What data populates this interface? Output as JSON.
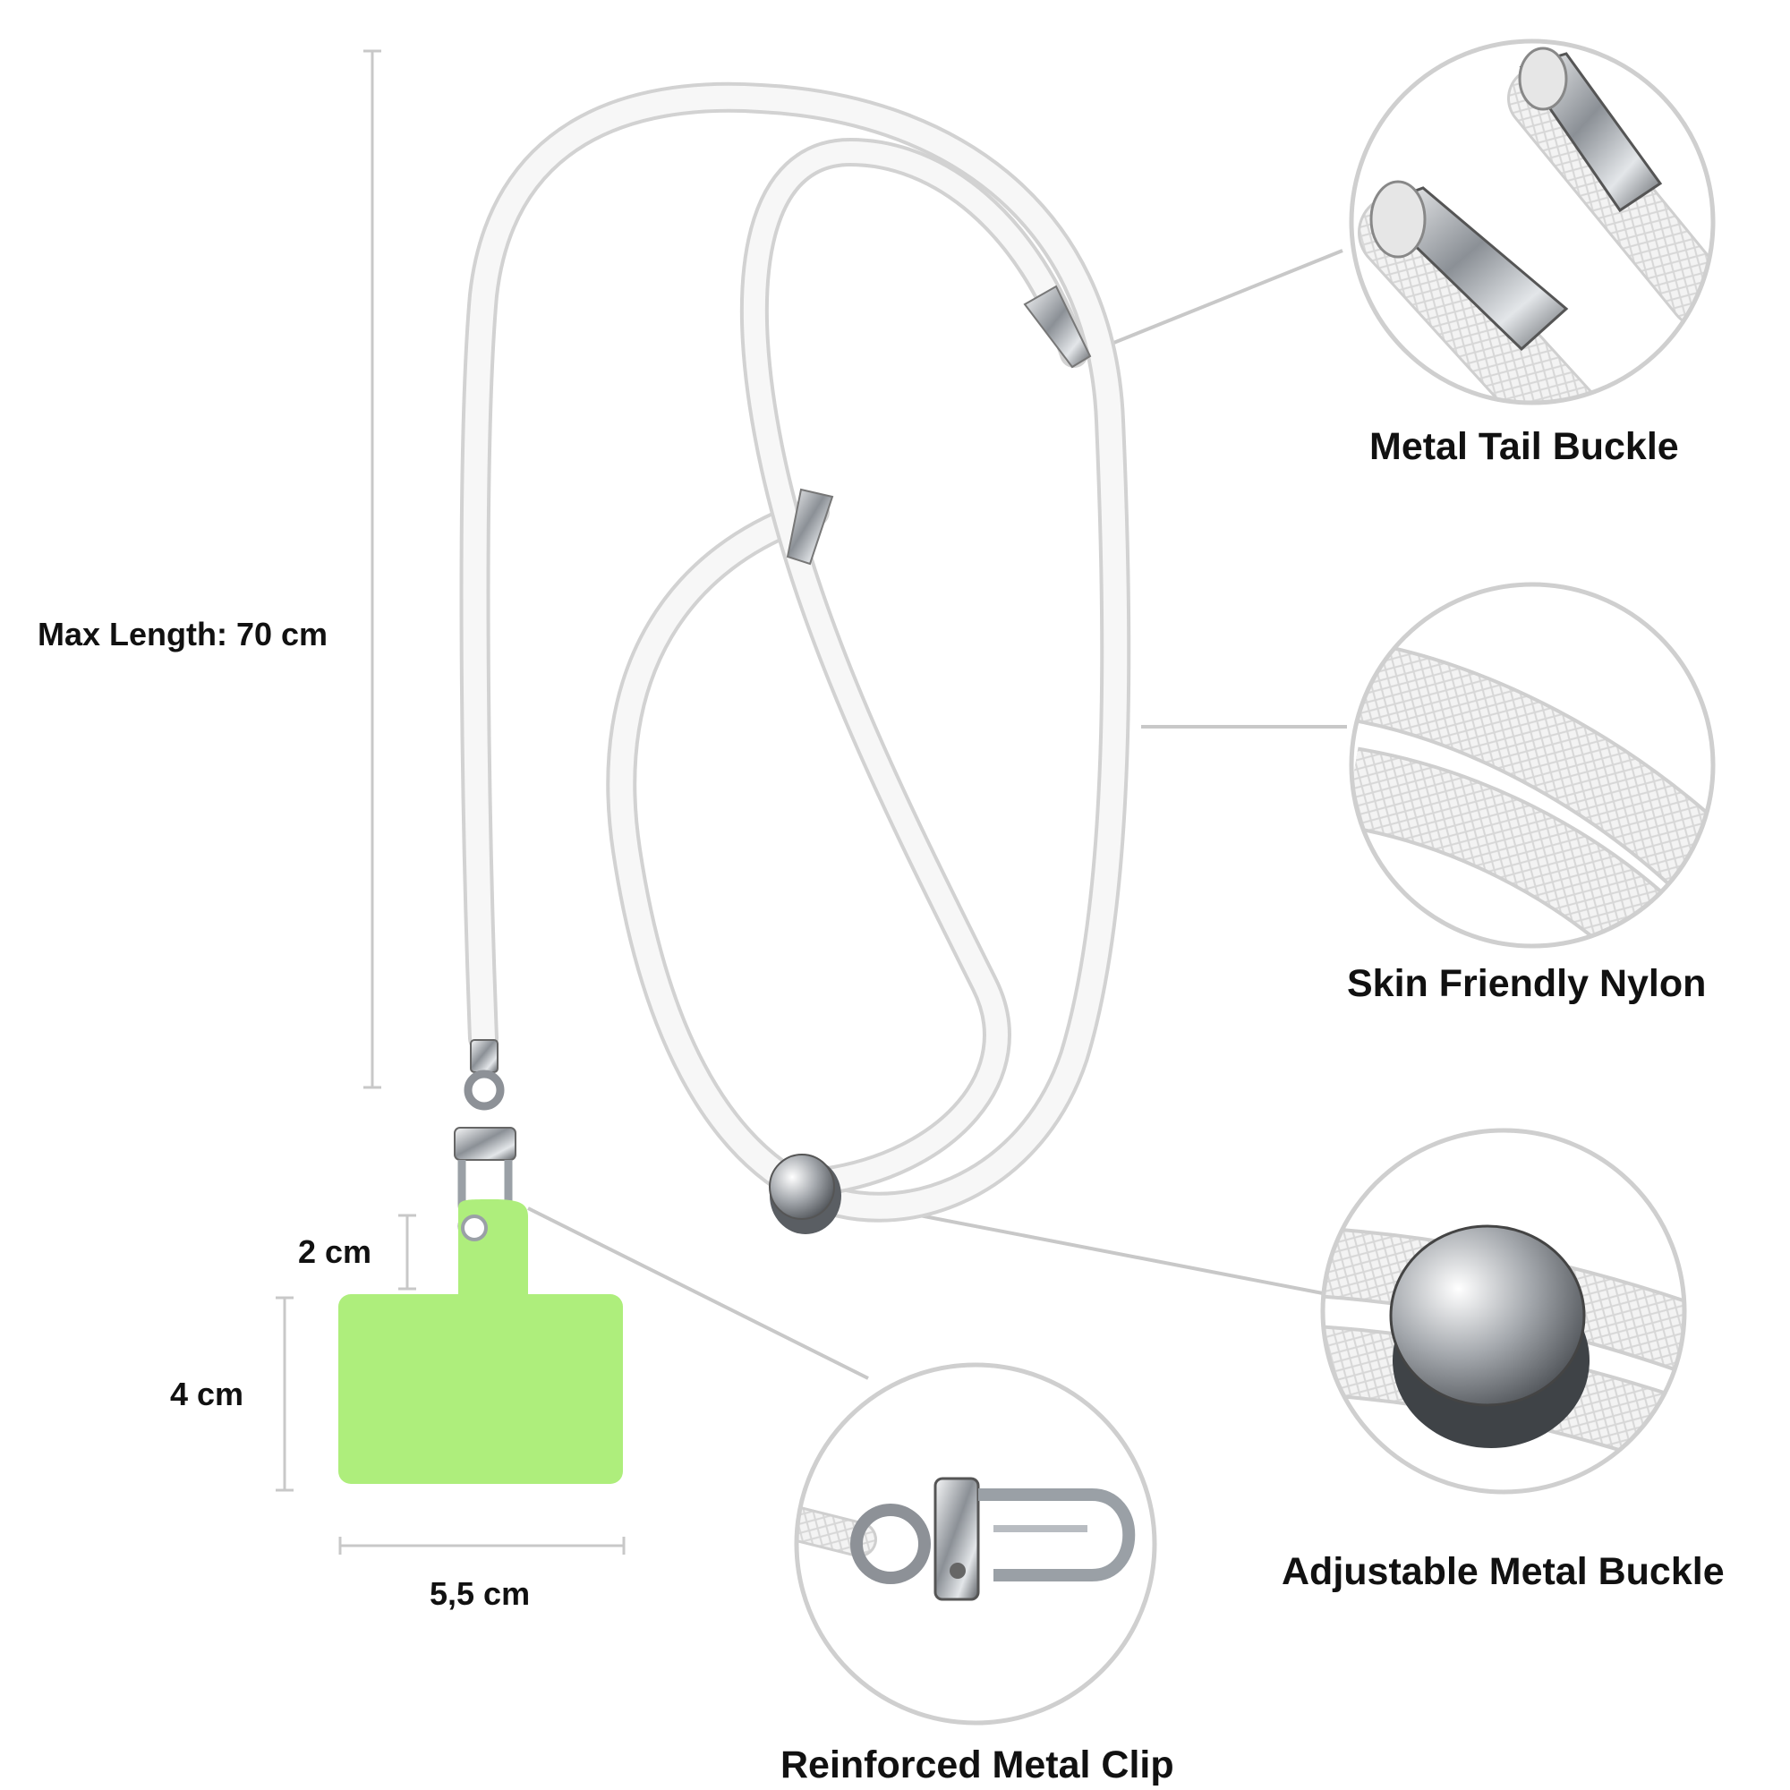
{
  "dimensions": {
    "max_length": "Max Length: 70 cm",
    "tab_neck_height": "2 cm",
    "pad_height": "4 cm",
    "pad_width": "5,5 cm"
  },
  "features": {
    "tail_buckle": "Metal Tail Buckle",
    "nylon": "Skin Friendly Nylon",
    "adjustable_buckle": "Adjustable Metal Buckle",
    "clip": "Reinforced Metal Clip"
  },
  "colors": {
    "pad": "#aeee7c",
    "cord": "#f4f4f4",
    "metal": "#c4c8cc",
    "guide_line": "#c8c8c8",
    "circle_border": "#cfcfcf"
  }
}
